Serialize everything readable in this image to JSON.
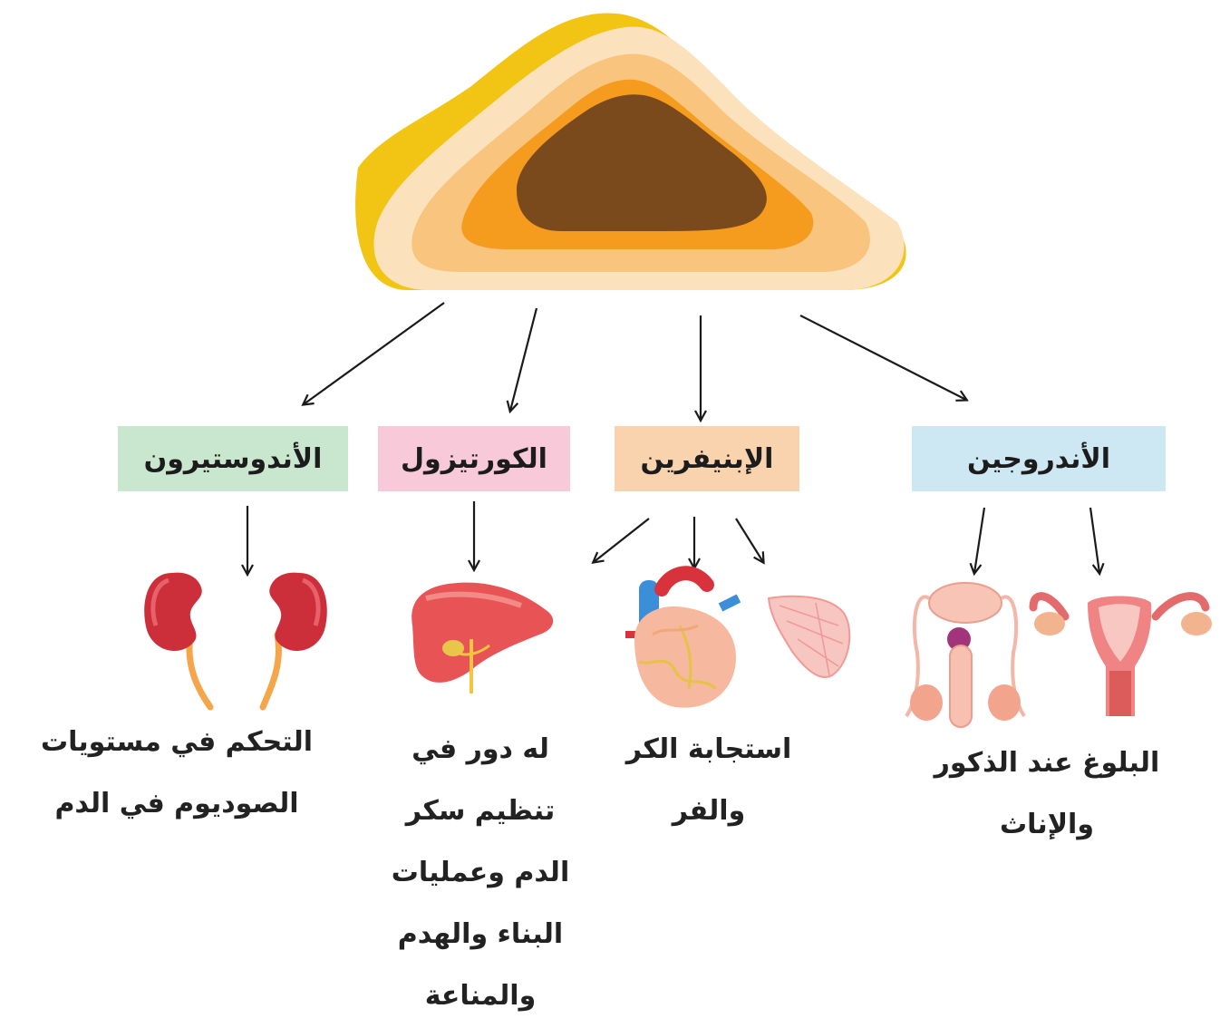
{
  "hormones": [
    {
      "name": "الأندوستيرون",
      "color": "#c9e7cf",
      "effect": [
        "التحكم في مستويات",
        "الصوديوم في الدم"
      ],
      "organs": [
        "kidneys"
      ]
    },
    {
      "name": "الكورتيزول",
      "color": "#f7c9d9",
      "effect": [
        "له دور في",
        "تنظيم سكر",
        "الدم وعمليات",
        "البناء والهدم",
        "والمناعة"
      ],
      "organs": [
        "liver"
      ]
    },
    {
      "name": "الإبنيفرين",
      "color": "#f8d3ae",
      "effect": [
        "استجابة الكر",
        "والفر"
      ],
      "organs": [
        "liver",
        "heart",
        "muscle"
      ]
    },
    {
      "name": "الأندروجين",
      "color": "#cde8f2",
      "effect": [
        "البلوغ عند الذكور",
        "والإناث"
      ],
      "organs": [
        "male-reproductive",
        "female-reproductive"
      ]
    }
  ],
  "colors": {
    "gland_outer": "#f2c414",
    "gland_capsule": "#fbe2bc",
    "gland_cortex": "#f9c47e",
    "gland_inner_cortex": "#f59c1f",
    "gland_medulla": "#7a4a1d",
    "arrow": "#1a1a1a"
  }
}
